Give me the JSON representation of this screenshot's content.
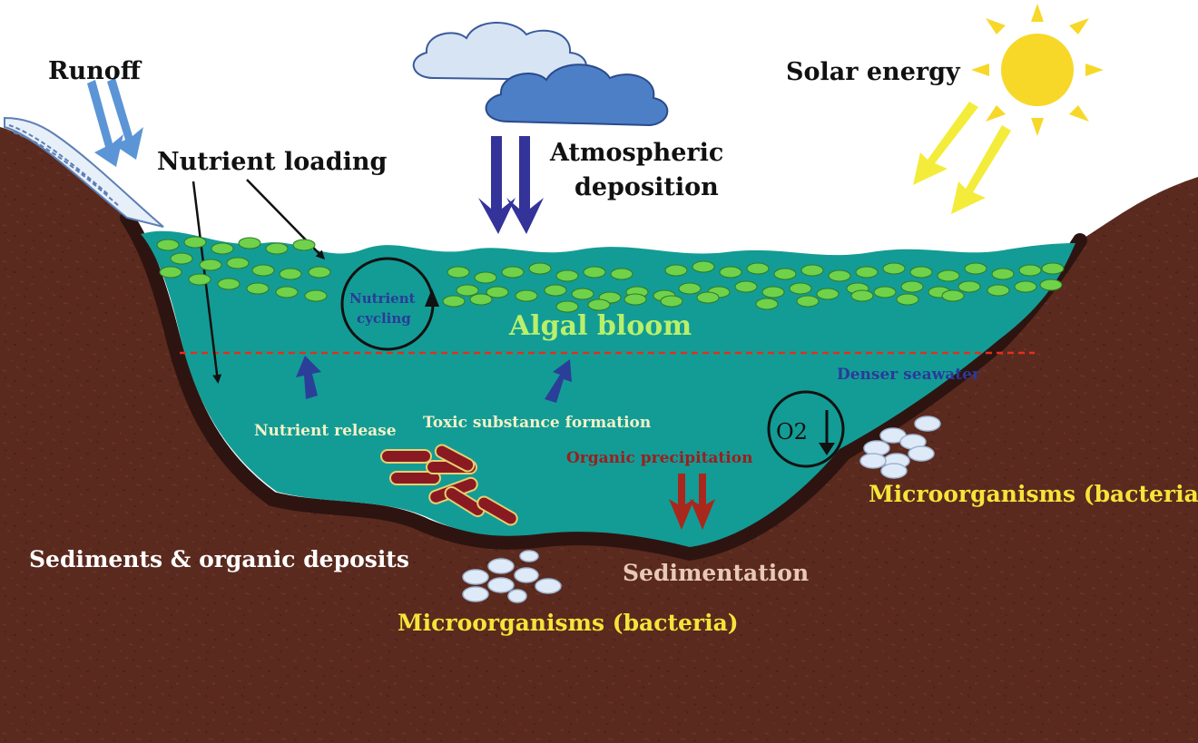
{
  "labels": {
    "runoff": "Runoff",
    "nutrient_loading": "Nutrient loading",
    "atmospheric_1": "Atmospheric",
    "atmospheric_2": "deposition",
    "solar_energy": "Solar energy",
    "nutrient_cycling_1": "Nutrient",
    "nutrient_cycling_2": "cycling",
    "algal_bloom": "Algal bloom",
    "denser_seawater": "Denser seawater",
    "nutrient_release": "Nutrient release",
    "toxic_substance": "Toxic substance formation",
    "o2": "O2",
    "organic_precipitation": "Organic precipitation",
    "microorganisms_right": "Microorganisms (bacteria)",
    "sediments": "Sediments & organic deposits",
    "sedimentation": "Sedimentation",
    "microorganisms_bottom": "Microorganisms (bacteria)"
  },
  "colors": {
    "soil": "#5a2a1e",
    "soil_dark": "#3a1812",
    "water": "#139c95",
    "algae": "#6fd24a",
    "runoff_arrow": "#5b95d6",
    "atmospheric_arrow": "#33339a",
    "sun": "#f7d828",
    "sun_arrow": "#f4ec3a",
    "release_arrow": "#2b3f99",
    "precip_arrow": "#a8281e",
    "bacteria": "#d8e6f5",
    "rod": "#8a1a22"
  },
  "icons": [
    "cloud-icon",
    "sun-icon",
    "nutrient-cycle-icon",
    "oxygen-decrease-icon",
    "bacteria-rod-icon",
    "bacteria-cluster-icon"
  ]
}
